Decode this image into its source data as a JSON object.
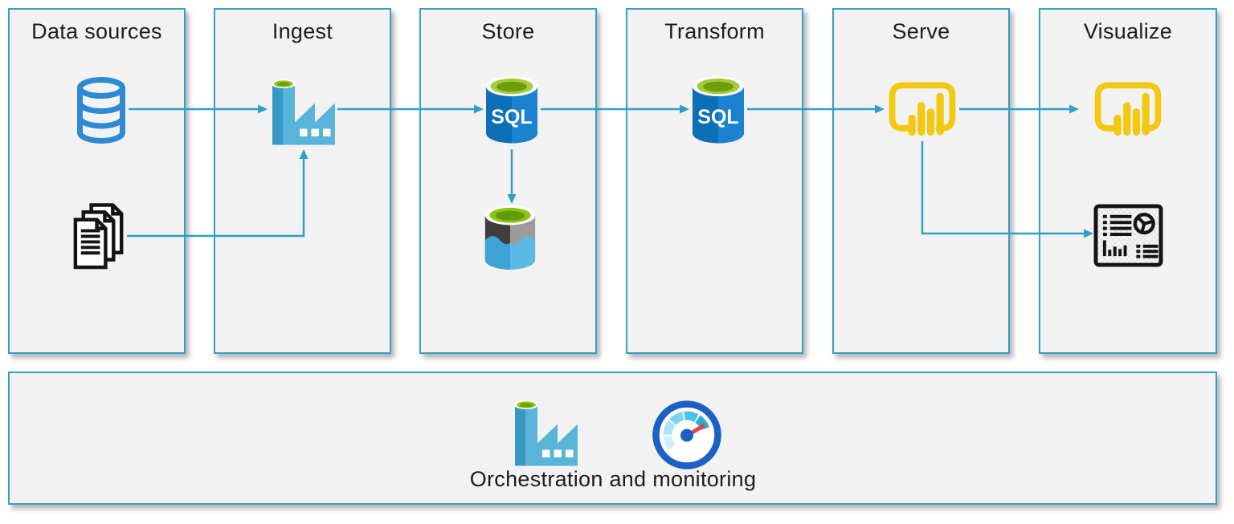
{
  "stages": [
    {
      "label": "Data sources",
      "icons": [
        "database-icon",
        "documents-icon"
      ]
    },
    {
      "label": "Ingest",
      "icons": [
        "data-factory-icon"
      ]
    },
    {
      "label": "Store",
      "icons": [
        "sql-database-icon",
        "data-lake-store-icon"
      ]
    },
    {
      "label": "Transform",
      "icons": [
        "sql-database-icon"
      ]
    },
    {
      "label": "Serve",
      "icons": [
        "power-bi-icon"
      ]
    },
    {
      "label": "Visualize",
      "icons": [
        "power-bi-icon",
        "report-dashboard-icon"
      ]
    }
  ],
  "footer": {
    "label": "Orchestration and monitoring",
    "icons": [
      "data-factory-icon",
      "monitor-gauge-icon"
    ]
  },
  "sql_badge": "SQL",
  "flow": [
    "database-icon -> data-factory-icon",
    "documents-icon -> data-factory-icon",
    "data-factory-icon -> sql-database-icon (store)",
    "sql-database-icon (store) -> sql-database-icon (transform)",
    "sql-database-icon (store) -> data-lake-store-icon",
    "sql-database-icon (transform) -> power-bi-icon (serve)",
    "power-bi-icon (serve) -> power-bi-icon (visualize)",
    "power-bi-icon (serve) -> report-dashboard-icon"
  ],
  "colors": {
    "panel_border": "#34a0c5",
    "panel_background": "#f2f2f2",
    "arrow": "#2f9fc4",
    "database_blue": "#2e8ad2",
    "factory_blue_dark": "#3999c6",
    "factory_blue_light": "#59b4d9",
    "sql_body_blue": "#0d6fb8",
    "cylinder_top_green": "#a3cc3b",
    "power_bi_gold": "#f2c811",
    "lake_gray_dark": "#3e3e3e",
    "lake_gray_light": "#9b9b9b",
    "lake_water_blue": "#4faede",
    "monitor_ring_blue": "#1b61c4",
    "monitor_needle_red": "#e8453f",
    "outline_black": "#141414"
  }
}
